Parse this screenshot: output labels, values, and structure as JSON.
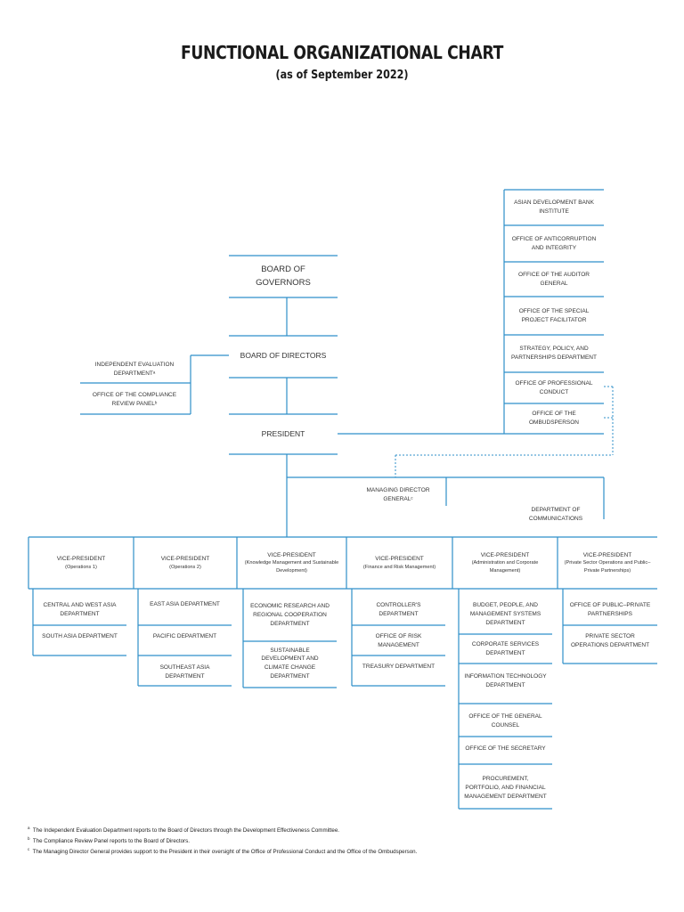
{
  "title": "FUNCTIONAL ORGANIZATIONAL CHART",
  "subtitle": "(as of September 2022)",
  "board_of_governors": "BOARD OF GOVERNORS",
  "board_of_directors": "BOARD OF DIRECTORS",
  "president": "PRESIDENT",
  "left_offices": [
    "INDEPENDENT EVALUATION DEPARTMENTᵃ",
    "OFFICE OF THE COMPLIANCE REVIEW PANELᵇ"
  ],
  "right_offices": [
    "ASIAN DEVELOPMENT BANK INSTITUTE",
    "OFFICE OF ANTICORRUPTION AND INTEGRITY",
    "OFFICE OF THE AUDITOR GENERAL",
    "OFFICE OF THE SPECIAL PROJECT FACILITATOR",
    "STRATEGY, POLICY, AND PARTNERSHIPS DEPARTMENT",
    "OFFICE OF PROFESSIONAL CONDUCT",
    "OFFICE OF THE OMBUDSPERSON"
  ],
  "managing_director": "MANAGING DIRECTOR GENERALᶜ",
  "communications": "DEPARTMENT OF COMMUNICATIONS",
  "vps": [
    {
      "title": "VICE-PRESIDENT",
      "sub": "(Operations 1)",
      "depts": [
        "CENTRAL AND WEST ASIA DEPARTMENT",
        "SOUTH ASIA DEPARTMENT"
      ]
    },
    {
      "title": "VICE-PRESIDENT",
      "sub": "(Operations 2)",
      "depts": [
        "EAST ASIA DEPARTMENT",
        "PACIFIC DEPARTMENT",
        "SOUTHEAST ASIA DEPARTMENT"
      ]
    },
    {
      "title": "VICE-PRESIDENT",
      "sub": "(Knowledge Management and Sustainable Development)",
      "depts": [
        "ECONOMIC RESEARCH AND REGIONAL COOPERATION DEPARTMENT",
        "SUSTAINABLE DEVELOPMENT AND CLIMATE CHANGE DEPARTMENT"
      ]
    },
    {
      "title": "VICE-PRESIDENT",
      "sub": "(Finance and Risk Management)",
      "depts": [
        "CONTROLLER'S DEPARTMENT",
        "OFFICE OF RISK MANAGEMENT",
        "TREASURY DEPARTMENT"
      ]
    },
    {
      "title": "VICE-PRESIDENT",
      "sub": "(Administration and Corporate Management)",
      "depts": [
        "BUDGET, PEOPLE, AND MANAGEMENT SYSTEMS DEPARTMENT",
        "CORPORATE SERVICES DEPARTMENT",
        "INFORMATION TECHNOLOGY DEPARTMENT",
        "OFFICE OF THE GENERAL COUNSEL",
        "OFFICE OF THE SECRETARY",
        "PROCUREMENT, PORTFOLIO, AND FINANCIAL MANAGEMENT DEPARTMENT"
      ]
    },
    {
      "title": "VICE-PRESIDENT",
      "sub": "(Private Sector Operations and Public–Private Partnerships)",
      "depts": [
        "OFFICE OF PUBLIC–PRIVATE PARTNERSHIPS",
        "PRIVATE SECTOR OPERATIONS DEPARTMENT"
      ]
    }
  ],
  "footnotes": [
    {
      "mark": "a",
      "text": "The Independent Evaluation Department reports to the Board of Directors through the Development Effectiveness Committee."
    },
    {
      "mark": "b",
      "text": "The Compliance Review Panel reports to the Board of Directors."
    },
    {
      "mark": "c",
      "text": "The Managing Director General provides support to the President in their oversight of the Office of Professional Conduct and the Office of the Ombudsperson."
    }
  ],
  "colors": {
    "line": "#2e8fc9",
    "text": "#333333"
  }
}
